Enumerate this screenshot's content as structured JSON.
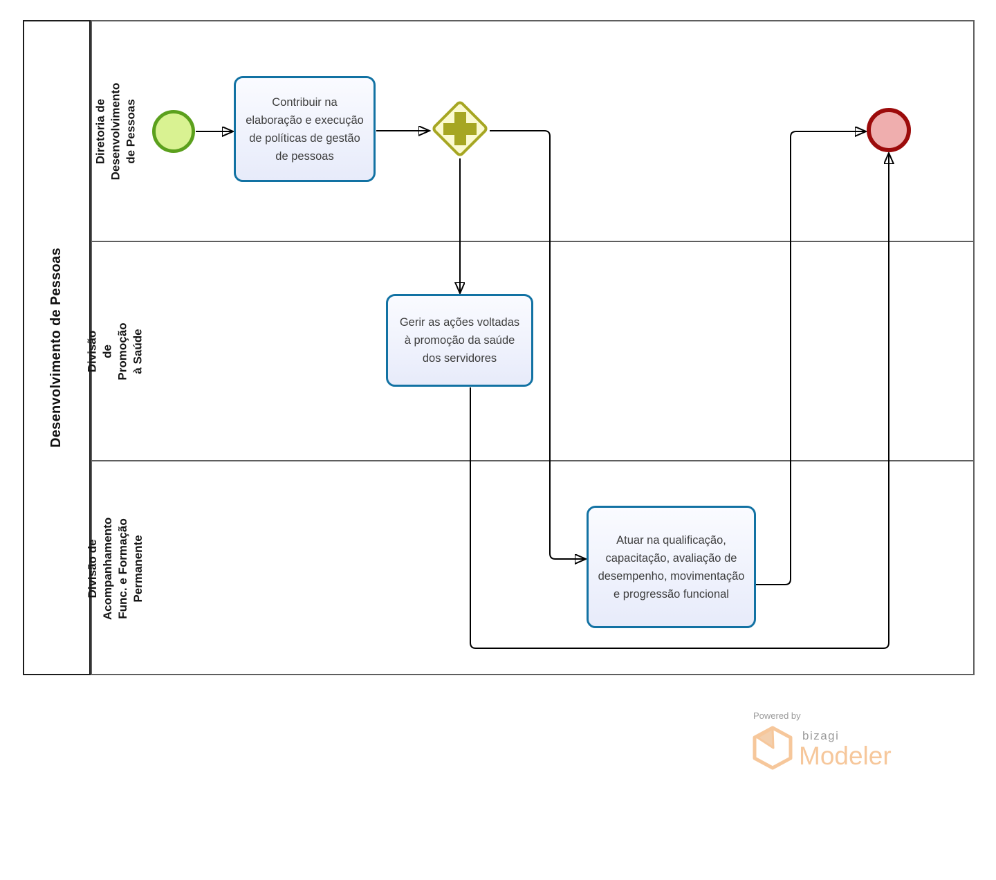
{
  "pool": {
    "title": "Desenvolvimento de Pessoas",
    "lanes": [
      {
        "label": "Diretoria de Desenvolvimento\nde Pessoas"
      },
      {
        "label": "Divisão de Promoção à Saúde"
      },
      {
        "label": "Divisão de Acompanhamento\nFunc. e Formação Permanente"
      }
    ]
  },
  "nodes": {
    "start_event": {
      "type": "start-event"
    },
    "task1": {
      "label": "Contribuir na elaboração e execução de políticas de gestão de pessoas"
    },
    "gateway": {
      "type": "parallel-gateway"
    },
    "task2": {
      "label": "Gerir as ações voltadas à promoção da saúde dos servidores"
    },
    "task3": {
      "label": "Atuar na qualificação, capacitação, avaliação de desempenho, movimentação e progressão funcional"
    },
    "end_event": {
      "type": "end-event"
    }
  },
  "footer": {
    "powered_by": "Powered by",
    "brand": "bizagi",
    "product": "Modeler"
  },
  "colors": {
    "task_border": "#1272a3",
    "task_fill": "#e7ebfa",
    "start_border": "#5ba01d",
    "start_fill": "#d9f292",
    "gateway_border": "#a6a622",
    "gateway_fill": "#fbfad0",
    "end_border": "#9c0b0b",
    "end_fill": "#efaeae",
    "connector": "#000000",
    "pool_border": "#1c1c1c",
    "lane_border": "#5e5e5e",
    "brand_orange": "#f6c79b",
    "brand_gray": "#9b9b9b"
  }
}
